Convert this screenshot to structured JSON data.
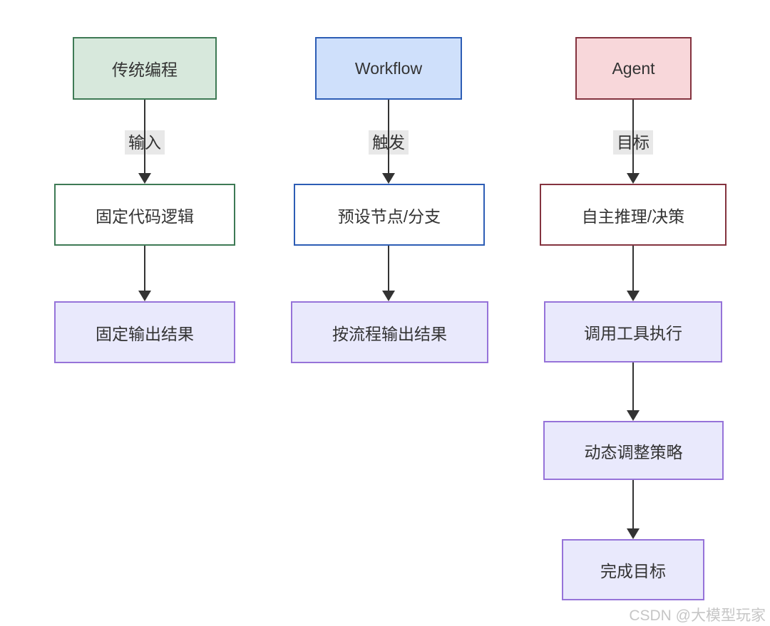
{
  "flowchart": {
    "lanes": [
      {
        "id": "traditional-programming",
        "header": {
          "label": "传统编程",
          "fill": "#d7e8dc",
          "stroke": "#3e7a55"
        },
        "edge_label": "输入",
        "nodes": [
          {
            "label": "固定代码逻辑",
            "fill": "#ffffff",
            "stroke": "#3e7a55"
          },
          {
            "label": "固定输出结果",
            "fill": "#e9e9fc",
            "stroke": "#9673d9"
          }
        ]
      },
      {
        "id": "workflow",
        "header": {
          "label": "Workflow",
          "fill": "#cfe0fb",
          "stroke": "#2d5db5"
        },
        "edge_label": "触发",
        "nodes": [
          {
            "label": "预设节点/分支",
            "fill": "#ffffff",
            "stroke": "#2d5db5"
          },
          {
            "label": "按流程输出结果",
            "fill": "#e9e9fc",
            "stroke": "#9673d9"
          }
        ]
      },
      {
        "id": "agent",
        "header": {
          "label": "Agent",
          "fill": "#f8d7da",
          "stroke": "#84333f"
        },
        "edge_label": "目标",
        "nodes": [
          {
            "label": "自主推理/决策",
            "fill": "#ffffff",
            "stroke": "#84333f"
          },
          {
            "label": "调用工具执行",
            "fill": "#e9e9fc",
            "stroke": "#9673d9"
          },
          {
            "label": "动态调整策略",
            "fill": "#e9e9fc",
            "stroke": "#9673d9"
          },
          {
            "label": "完成目标",
            "fill": "#e9e9fc",
            "stroke": "#9673d9"
          }
        ]
      }
    ],
    "edge_label_background": "#e8e8e8",
    "arrow_color": "#333333",
    "text_color": "#333333"
  },
  "watermark": {
    "text": "CSDN @大模型玩家"
  }
}
